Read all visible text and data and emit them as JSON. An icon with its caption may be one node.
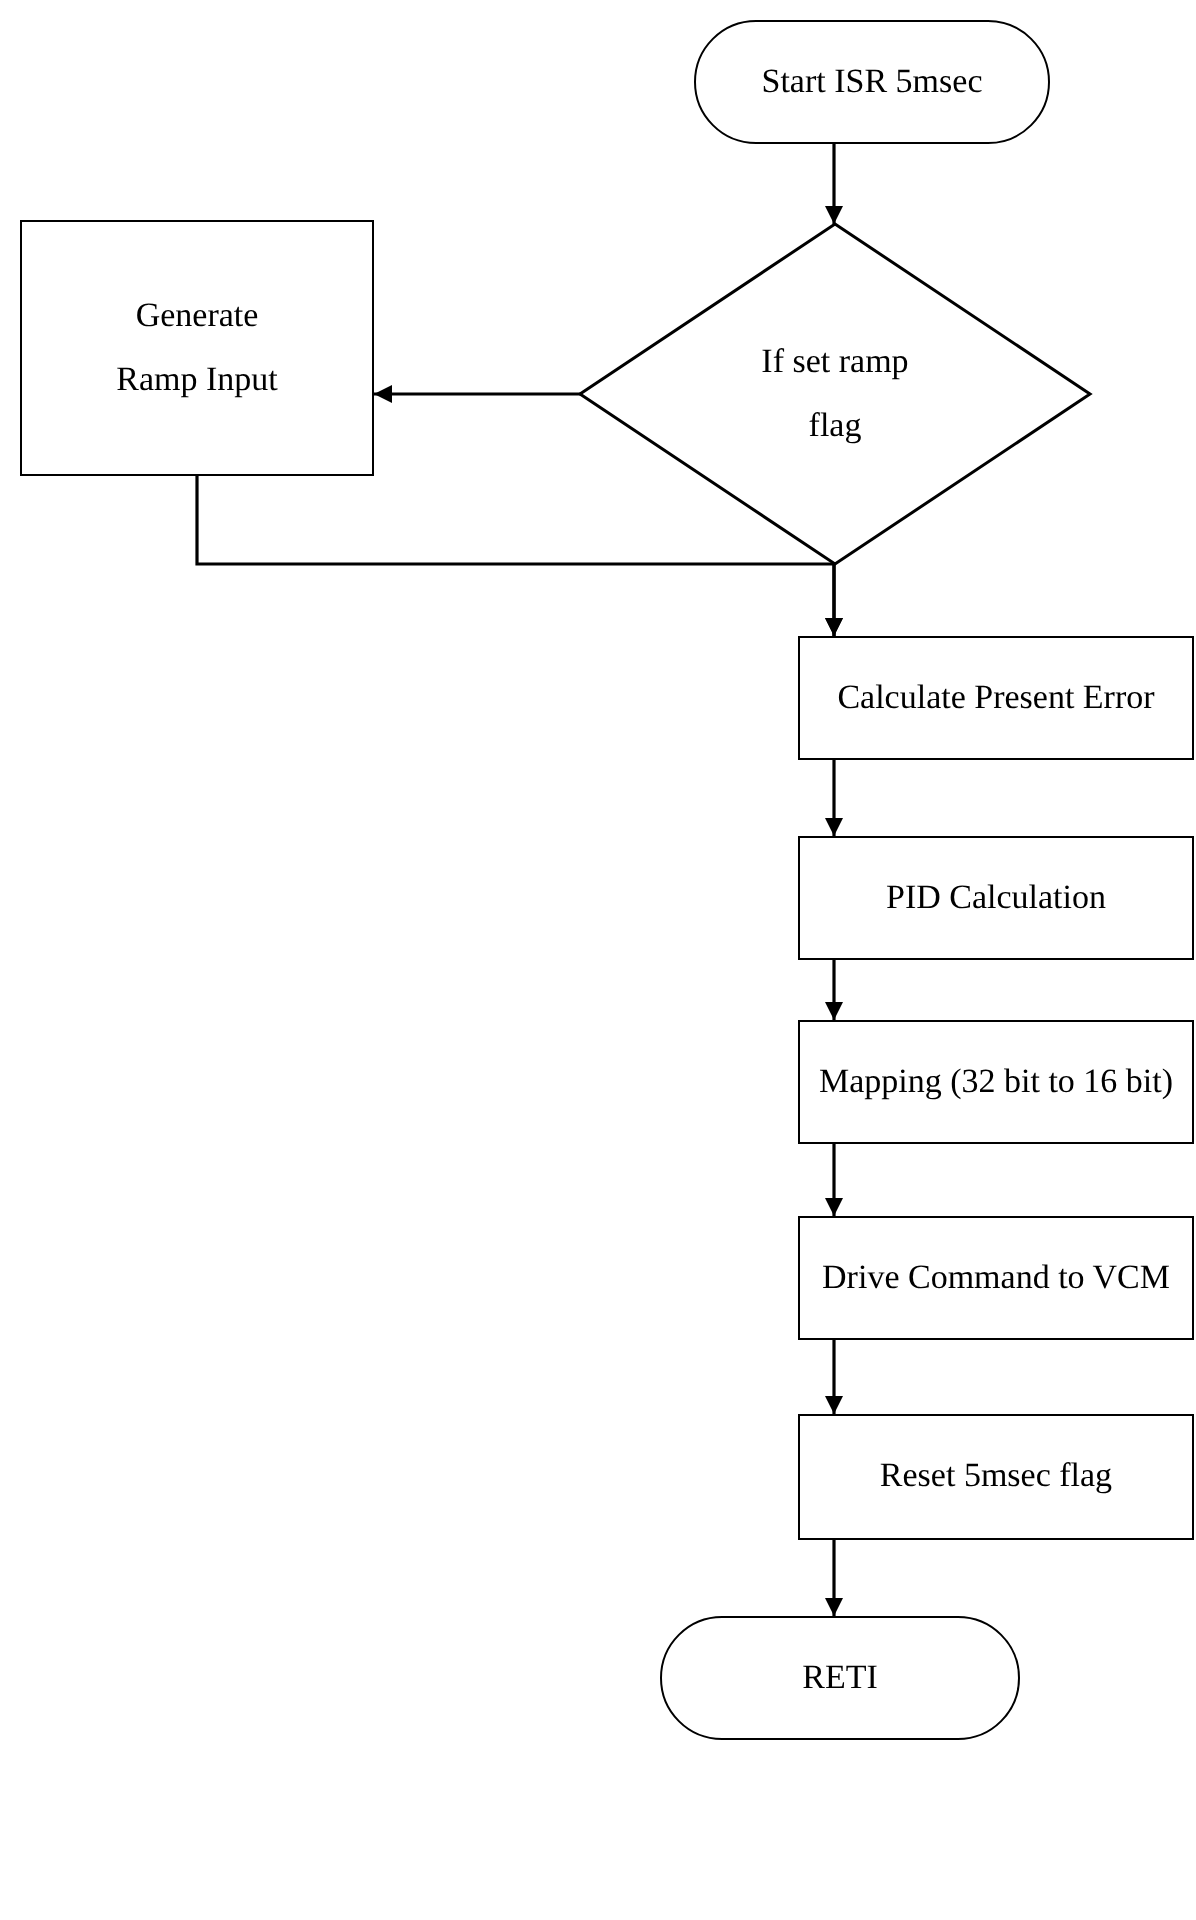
{
  "diagram": {
    "nodes": [
      {
        "text": [
          "Start ISR 5msec"
        ]
      },
      {
        "text": [
          "If set ramp flag"
        ]
      },
      {
        "text": [
          "Generate Ramp Input"
        ]
      },
      {
        "text": [
          "Calculate Present Error"
        ]
      },
      {
        "text": [
          "PID Calculation"
        ]
      },
      {
        "text": [
          "Mapping (32 bit to 16 bit)"
        ]
      },
      {
        "text": [
          "Drive Command to VCM"
        ]
      },
      {
        "text": [
          "Reset 5msec flag"
        ]
      },
      {
        "text": [
          "RETI"
        ]
      }
    ],
    "edges": [
      {
        "from": 0,
        "to": 1,
        "arrow": "to"
      },
      {
        "from": 1,
        "to": 2,
        "arrow": "to"
      },
      {
        "from": 1,
        "to": 3,
        "arrow": "to"
      },
      {
        "from": 2,
        "to": 3,
        "arrow": "to"
      },
      {
        "from": 3,
        "to": 4,
        "arrow": "to"
      },
      {
        "from": 4,
        "to": 5,
        "arrow": "to"
      },
      {
        "from": 5,
        "to": 6,
        "arrow": "to"
      },
      {
        "from": 6,
        "to": 7,
        "arrow": "to"
      },
      {
        "from": 7,
        "to": 8,
        "arrow": "to"
      }
    ]
  }
}
